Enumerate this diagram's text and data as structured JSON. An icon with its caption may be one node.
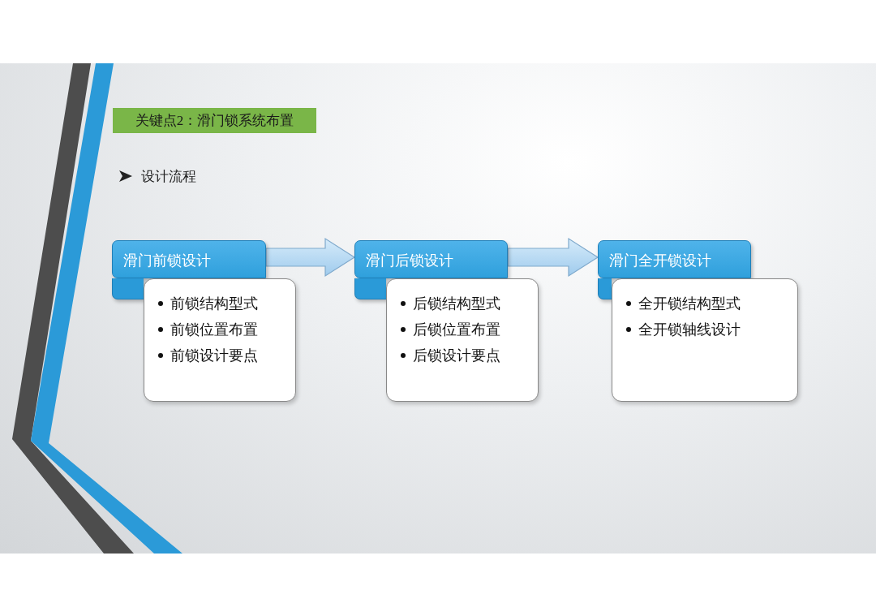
{
  "diagram": {
    "title": "关键点2：滑门锁系统布置",
    "nodes": [
      {
        "text": [
          "滑门前锁设计"
        ]
      },
      {
        "text": [
          "前锁结构型式",
          "前锁位置布置",
          "前锁设计要点"
        ]
      },
      {
        "text": [
          "滑门后锁设计"
        ]
      },
      {
        "text": [
          "后锁结构型式",
          "后锁位置布置",
          "后锁设计要点"
        ]
      },
      {
        "text": [
          "滑门全开锁设计"
        ]
      },
      {
        "text": [
          "全开锁结构型式",
          "全开锁轴线设计"
        ]
      }
    ],
    "edges": [
      {
        "from": 0,
        "to": 2,
        "arrow": "to"
      },
      {
        "from": 2,
        "to": 4,
        "arrow": "to"
      }
    ],
    "labels": [
      "设计流程"
    ]
  }
}
